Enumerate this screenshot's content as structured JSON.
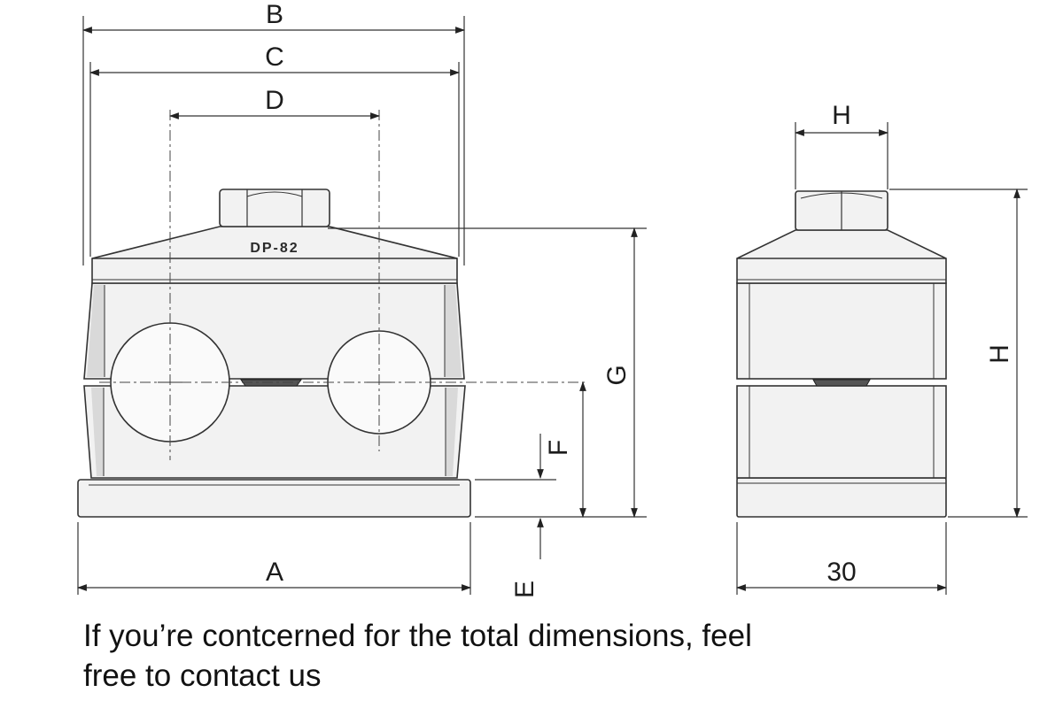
{
  "dimensions": {
    "a": "A",
    "b": "B",
    "c": "C",
    "d": "D",
    "e": "E",
    "f": "F",
    "g": "G",
    "h_width": "H",
    "h_height": "H",
    "depth": "30"
  },
  "part_marking": "DP-82",
  "note": {
    "line1": "If you’re contcerned for the total dimensions, feel",
    "line2": "free to contact us"
  },
  "colors": {
    "line": "#333333",
    "body_fill": "#f2f2f2",
    "bore_fill": "#fafafa",
    "shadow_fill": "#d9d9d9"
  }
}
